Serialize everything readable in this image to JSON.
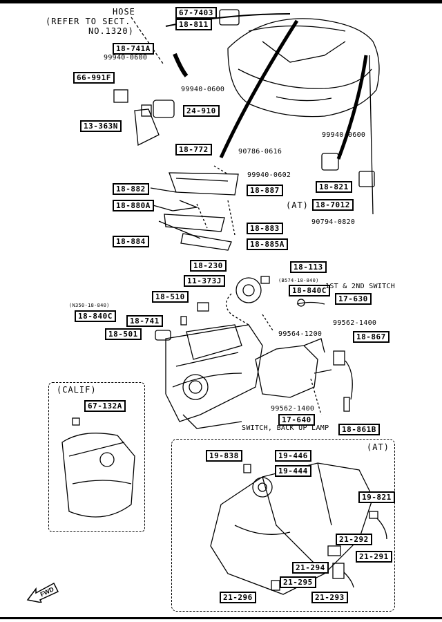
{
  "diagram": {
    "part_labels": [
      "67-7403",
      "18-811",
      "18-741A",
      "66-991F",
      "24-910",
      "13-363N",
      "18-772",
      "18-882",
      "18-880A",
      "18-887",
      "18-883",
      "18-884",
      "18-885A",
      "18-230",
      "18-113",
      "11-373J",
      "18-510",
      "18-840C",
      "17-630",
      "18-840C",
      "18-741",
      "18-501",
      "18-867",
      "67-132A",
      "17-640",
      "18-861B",
      "19-838",
      "19-446",
      "19-444",
      "19-821",
      "21-292",
      "21-294",
      "21-291",
      "21-295",
      "21-296",
      "21-293",
      "18-821",
      "18-7012"
    ],
    "part_numbers": [
      "99940-0600",
      "99940-0600",
      "90786-0616",
      "99940-0602",
      "99940-0600",
      "90794-0820",
      "99562-1400",
      "99564-1200",
      "99562-1400"
    ],
    "hose_note": [
      "HOSE",
      "(REFER TO SECT.",
      "NO.1320)"
    ],
    "switch_note_1": "1ST & 2ND SWITCH",
    "switch_note_2": "SWITCH, BACK UP LAMP",
    "calif_label": "(CALIF)",
    "at_label": "(AT)",
    "at_label_2": "(AT)",
    "small_ref_1": "(B574-18-840)",
    "small_ref_2": "(N350-18-840)",
    "fwd_label": "FWD"
  }
}
